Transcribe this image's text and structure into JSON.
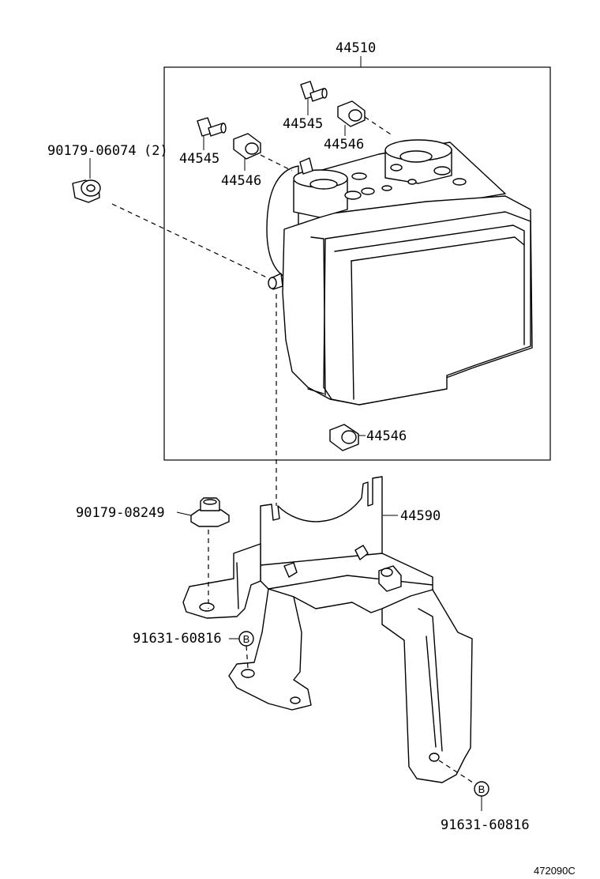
{
  "labels": {
    "assembly": "44510",
    "nut_top": "90179-06074",
    "nut_top_qty": "(2)",
    "bolt_a": "44545",
    "bolt_b": "44545",
    "cushion_a": "44546",
    "cushion_b": "44546",
    "cushion_c": "44546",
    "bracket": "44590",
    "nut_bracket": "90179-08249",
    "bolt_left": "91631-60816",
    "bolt_right": "91631-60816",
    "callout_left": "B",
    "callout_right": "B",
    "figure_code": "472090C"
  }
}
